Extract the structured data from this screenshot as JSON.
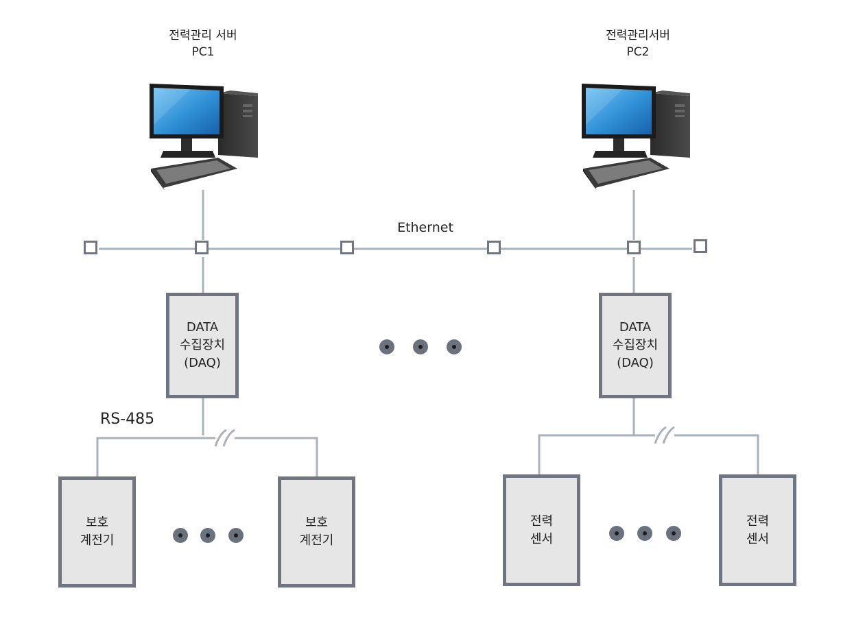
{
  "servers": [
    {
      "name": "전력관리 서버",
      "id": "PC1"
    },
    {
      "name": "전력관리서버",
      "id": "PC2"
    }
  ],
  "network_label": "Ethernet",
  "bus_label": "RS-485",
  "daq": [
    {
      "line1": "DATA",
      "line2": "수집장치",
      "line3": "(DAQ)"
    },
    {
      "line1": "DATA",
      "line2": "수집장치",
      "line3": "(DAQ)"
    }
  ],
  "devices": {
    "relay": {
      "line1": "보호",
      "line2": "계전기"
    },
    "sensor": {
      "line1": "전력",
      "line2": "센서"
    }
  },
  "colors": {
    "wire": "#a7b2bd",
    "box_border": "#6f7682",
    "box_fill": "#e6e6e6",
    "screen": "#2f8fd6",
    "dot": "#6a727e"
  }
}
